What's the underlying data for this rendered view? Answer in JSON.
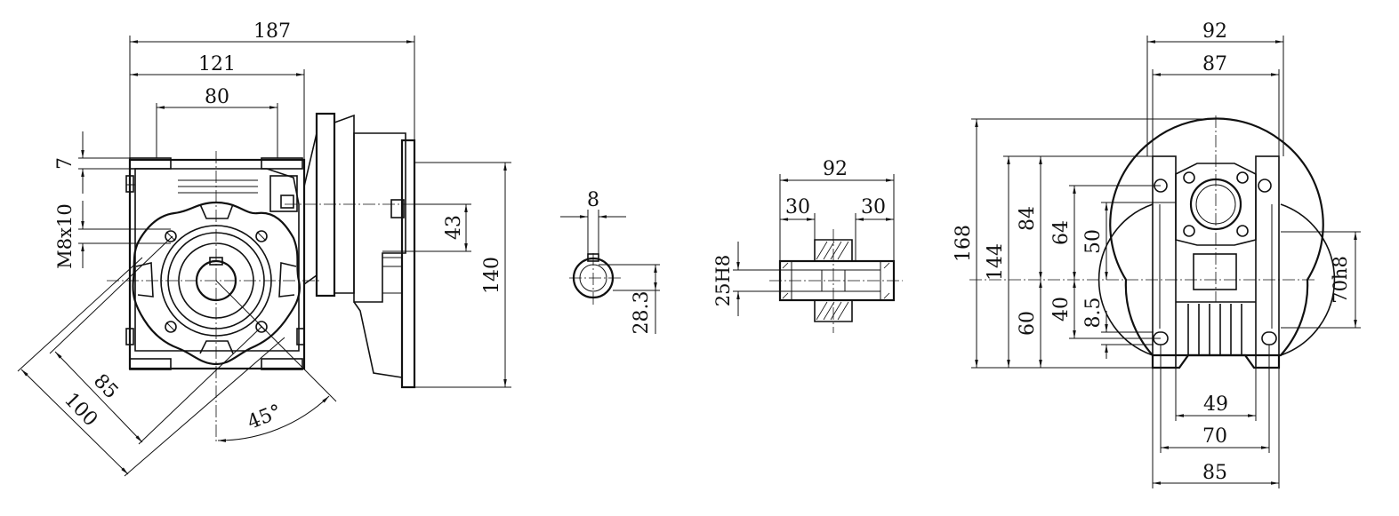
{
  "side_view": {
    "dims": {
      "overall_length": "187",
      "body_length": "121",
      "flange_width": "80",
      "foot_thickness": "7",
      "thread": "M8x10",
      "shaft_height": "43",
      "total_height": "140",
      "diag_85": "85",
      "diag_100": "100",
      "angle": "45°"
    }
  },
  "shaft_bore": {
    "dims": {
      "key_width": "8",
      "key_depth": "28.3"
    }
  },
  "hollow_shaft": {
    "dims": {
      "length": "92",
      "end_left": "30",
      "end_right": "30",
      "bore": "25H8"
    }
  },
  "front_view": {
    "dims": {
      "width_top": "92",
      "width_inner": "87",
      "height_total": "168",
      "height_144": "144",
      "height_84": "84",
      "height_64": "64",
      "height_50": "50",
      "height_60": "60",
      "height_40": "40",
      "height_8_5": "8.5",
      "flange_dia": "70h8",
      "base_49": "49",
      "base_70": "70",
      "base_85": "85"
    }
  }
}
